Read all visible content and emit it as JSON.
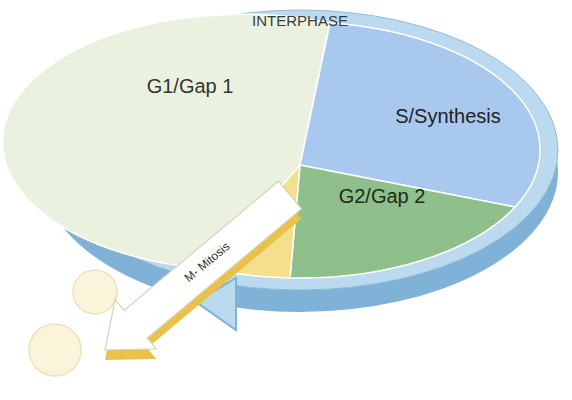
{
  "diagram": {
    "nodes": [
      {
        "text": [
          "INTERPHASE"
        ]
      },
      {
        "text": [
          "G1/Gap 1"
        ],
        "in": 0
      },
      {
        "text": [
          "S/Synthesis"
        ],
        "in": 0
      },
      {
        "text": [
          "G2/Gap 2"
        ],
        "in": 0
      },
      {
        "text": [
          "M- Mitosis"
        ]
      }
    ]
  }
}
